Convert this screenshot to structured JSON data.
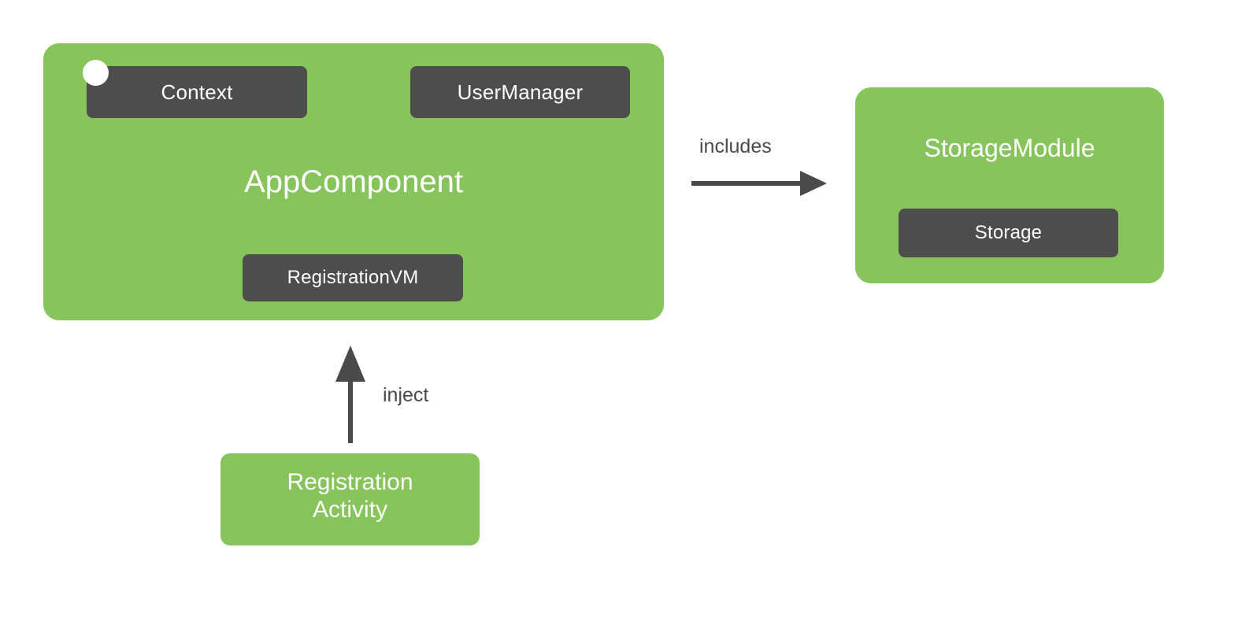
{
  "diagram": {
    "type": "component-dependency-diagram",
    "background": "#ffffff",
    "palette": {
      "component_green": "#87c45b",
      "dependency_dark": "#4d4d4d",
      "arrow_gray": "#4a4a4a",
      "label_text": "#4a4a4a",
      "node_text": "#ffffff",
      "marker_white": "#ffffff"
    },
    "nodes": {
      "app_component": {
        "title": "AppComponent",
        "dependencies": [
          {
            "label": "Context"
          },
          {
            "label": "UserManager"
          },
          {
            "label": "RegistrationVM"
          }
        ]
      },
      "storage_module": {
        "title": "StorageModule",
        "dependencies": [
          {
            "label": "Storage"
          }
        ]
      },
      "registration_activity": {
        "title": "Registration\nActivity"
      }
    },
    "edges": [
      {
        "label": "includes",
        "from": "app_component",
        "to": "storage_module",
        "direction": "right"
      },
      {
        "label": "inject",
        "from": "registration_activity",
        "to": "app_component",
        "direction": "up"
      }
    ]
  }
}
